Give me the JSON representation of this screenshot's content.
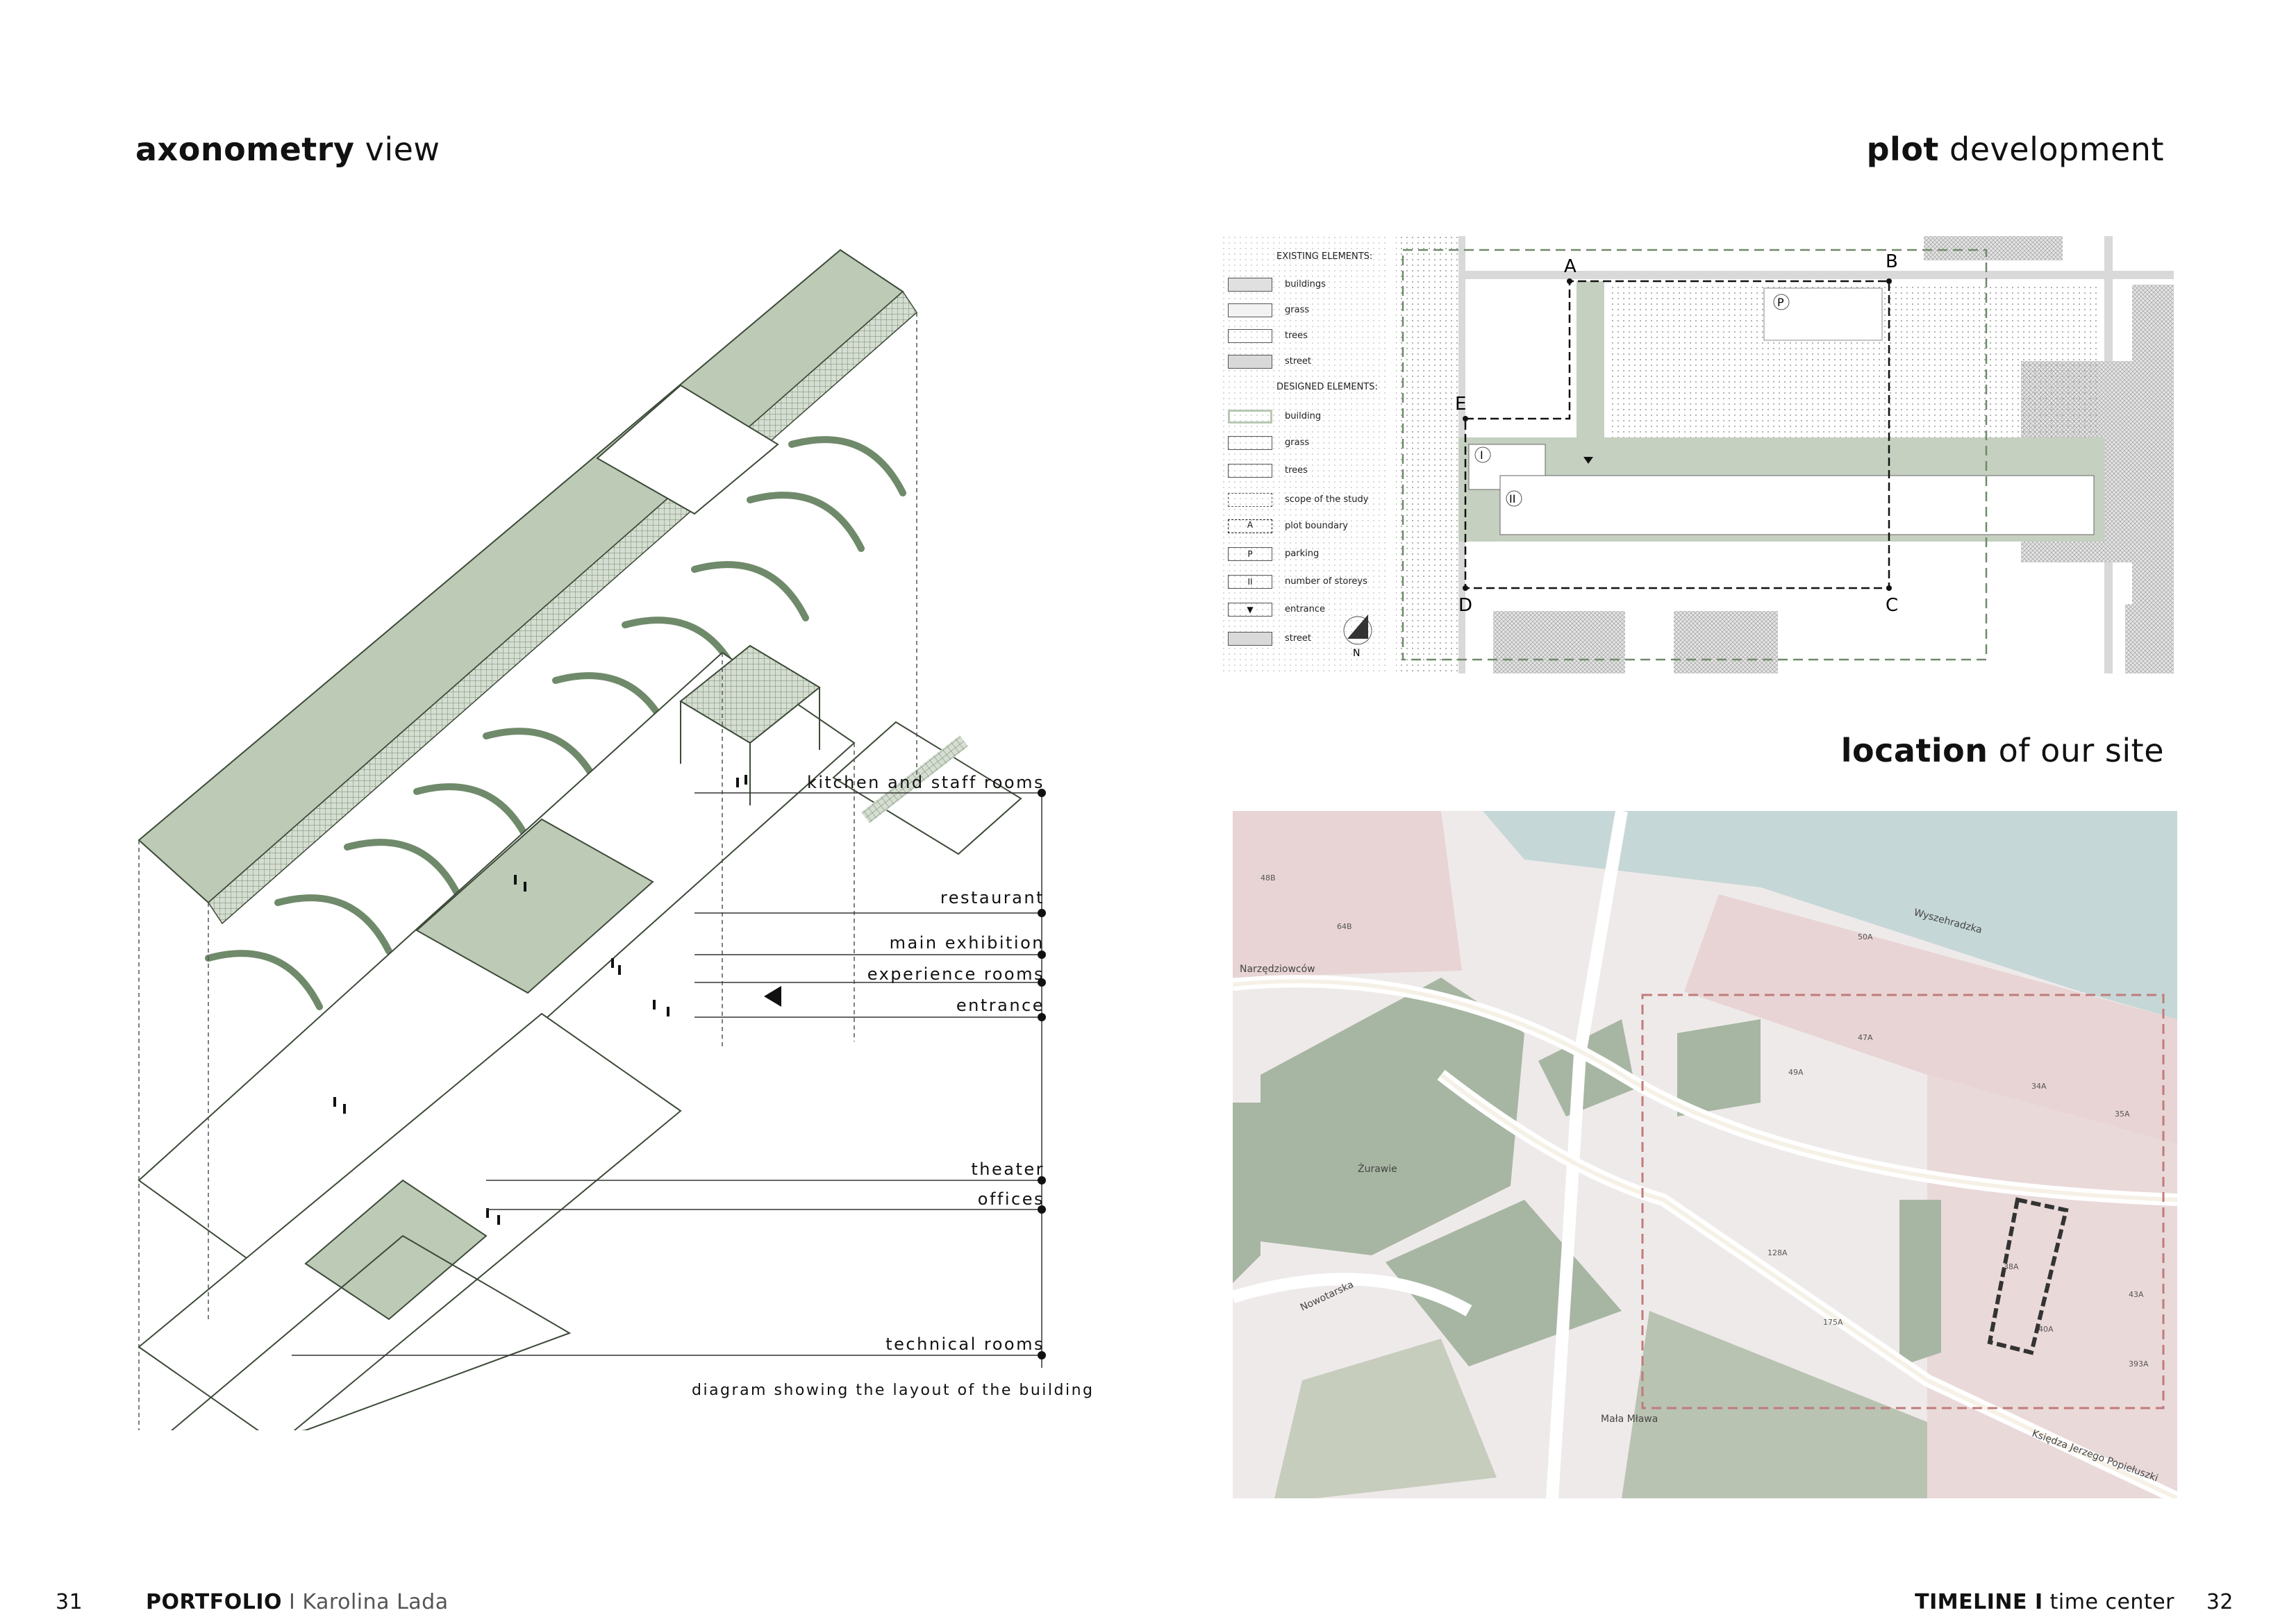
{
  "titles": {
    "axonometry": {
      "bold": "axonometry",
      "rest": " view"
    },
    "plot": {
      "bold": "plot",
      "rest": " development"
    },
    "location": {
      "bold": "location",
      "rest": " of our site"
    }
  },
  "axonometry": {
    "layers": [
      {
        "label": "kitchen and staff rooms"
      },
      {
        "label": "restaurant"
      },
      {
        "label": "main exhibition"
      },
      {
        "label": "experience rooms"
      },
      {
        "label": "entrance"
      },
      {
        "label": "theater"
      },
      {
        "label": "offices"
      },
      {
        "label": "technical rooms"
      }
    ],
    "caption": "diagram showing the layout of the building"
  },
  "plot_plan": {
    "legend_existing_heading": "EXISTING ELEMENTS:",
    "legend_existing": [
      "buildings",
      "grass",
      "trees",
      "street"
    ],
    "legend_designed_heading": "DESIGNED ELEMENTS:",
    "legend_designed": [
      "building",
      "grass",
      "trees",
      "scope of the study",
      "plot boundary",
      "parking",
      "number of storeys",
      "entrance",
      "street"
    ],
    "legend_symbols": {
      "plot_boundary": "A",
      "parking": "P",
      "storeys": "II"
    },
    "points": [
      "A",
      "B",
      "C",
      "D",
      "E"
    ],
    "parking_marker": "P",
    "storey_markers": [
      "I",
      "II"
    ],
    "north_label": "N"
  },
  "location_map": {
    "street_labels": [
      "Narzędziowców",
      "Księdza Jerzego Popiełuszki",
      "Wyszehradzka",
      "Żurawie",
      "Mała Mława",
      "Nowotarska"
    ],
    "building_numbers": [
      "48B",
      "64B",
      "43A",
      "34A",
      "35A",
      "47A",
      "49A",
      "50A",
      "128A",
      "175A",
      "38A",
      "40A",
      "393A"
    ]
  },
  "colors": {
    "sage": "#b9c7b3",
    "sage_dark": "#6f8a6a",
    "map_water": "#c5d7d6",
    "map_pink": "#e8d4d4",
    "map_green": "#a7b6a2"
  },
  "footer": {
    "page_left": "31",
    "portfolio_bold": "PORTFOLIO",
    "portfolio_rest": " I Karolina Lada",
    "timeline_bold": "TIMELINE I",
    "timeline_rest": " time center",
    "page_right": "32"
  }
}
